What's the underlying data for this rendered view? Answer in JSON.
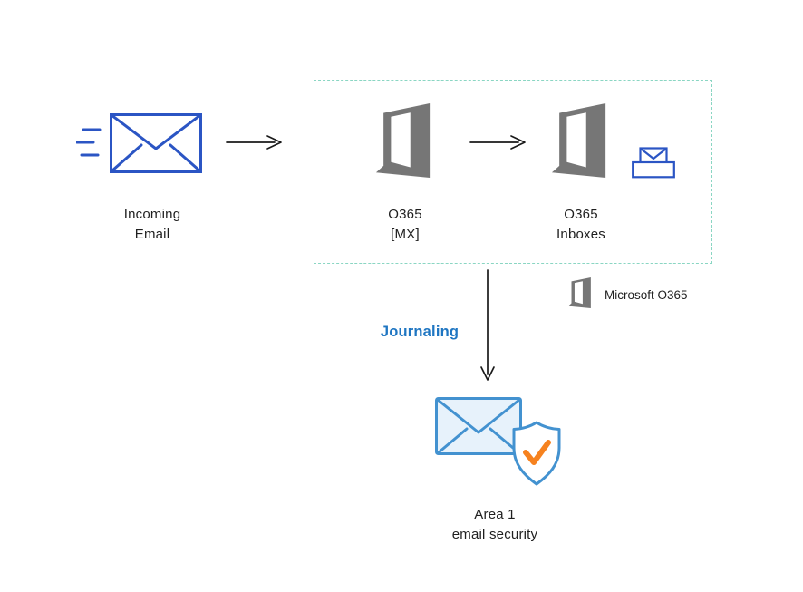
{
  "colors": {
    "envelope_blue": "#2b55c4",
    "office_gray": "#767676",
    "dashed_border": "#8ad6c3",
    "journaling_blue": "#1f76c2",
    "area1_blue": "#4392d0",
    "area1_fill": "#e7f2fb",
    "check_orange": "#f6821f",
    "arrow_color": "#1a1a1a",
    "text_color": "#1f1f1f"
  },
  "nodes": {
    "incoming_email": {
      "line1": "Incoming",
      "line2": "Email"
    },
    "o365_mx": {
      "line1": "O365",
      "line2": "[MX]"
    },
    "o365_inboxes": {
      "line1": "O365",
      "line2": "Inboxes"
    },
    "area1": {
      "line1": "Area 1",
      "line2": "email security"
    }
  },
  "legend": {
    "label": "Microsoft O365"
  },
  "flow": {
    "journaling_label": "Journaling"
  }
}
